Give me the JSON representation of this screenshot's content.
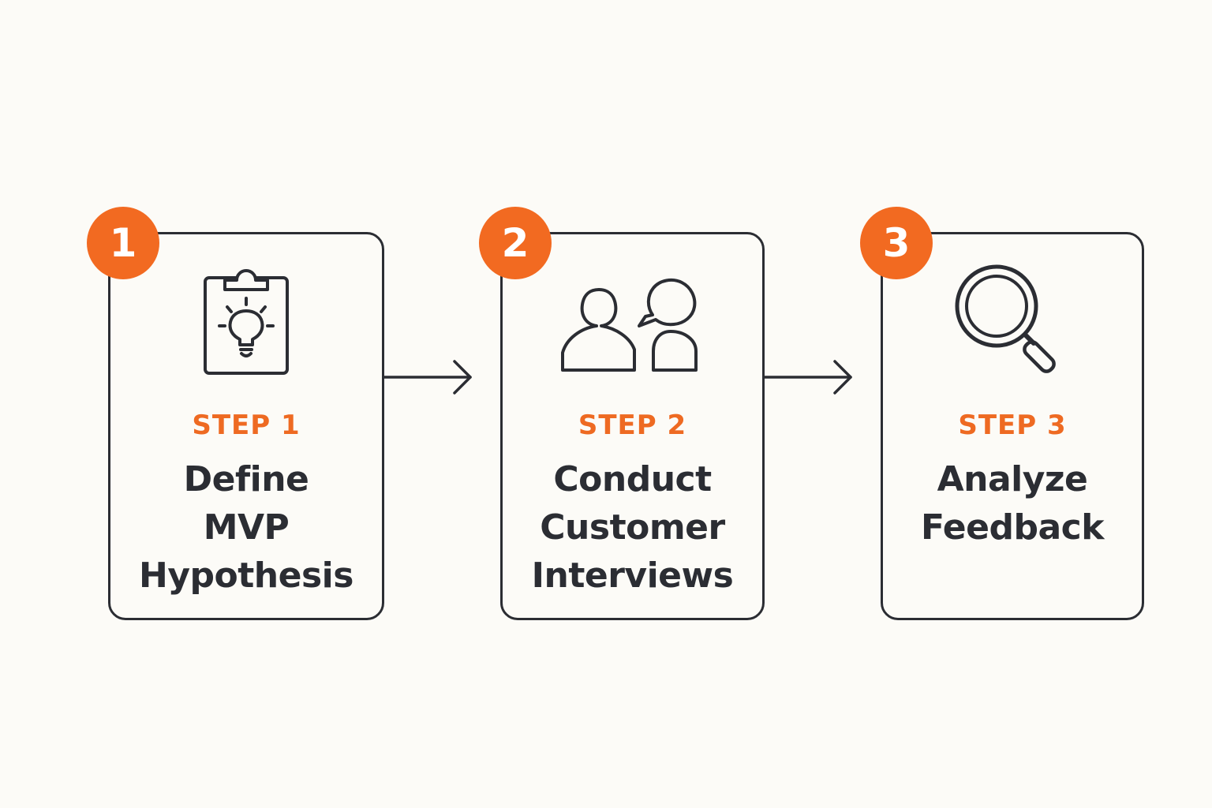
{
  "colors": {
    "background": "#fcfbf7",
    "accent": "#f26a21",
    "ink": "#2b2d33"
  },
  "steps": [
    {
      "number": "1",
      "label": "STEP 1",
      "title_lines": [
        "Define",
        "MVP",
        "Hypothesis"
      ],
      "icon": "clipboard-lightbulb-icon"
    },
    {
      "number": "2",
      "label": "STEP 2",
      "title_lines": [
        "Conduct",
        "Customer",
        "Interviews"
      ],
      "icon": "people-speech-icon"
    },
    {
      "number": "3",
      "label": "STEP 3",
      "title_lines": [
        "Analyze",
        "Feedback"
      ],
      "icon": "magnifying-glass-icon"
    }
  ],
  "connectors": [
    "arrow-right-icon",
    "arrow-right-icon"
  ]
}
